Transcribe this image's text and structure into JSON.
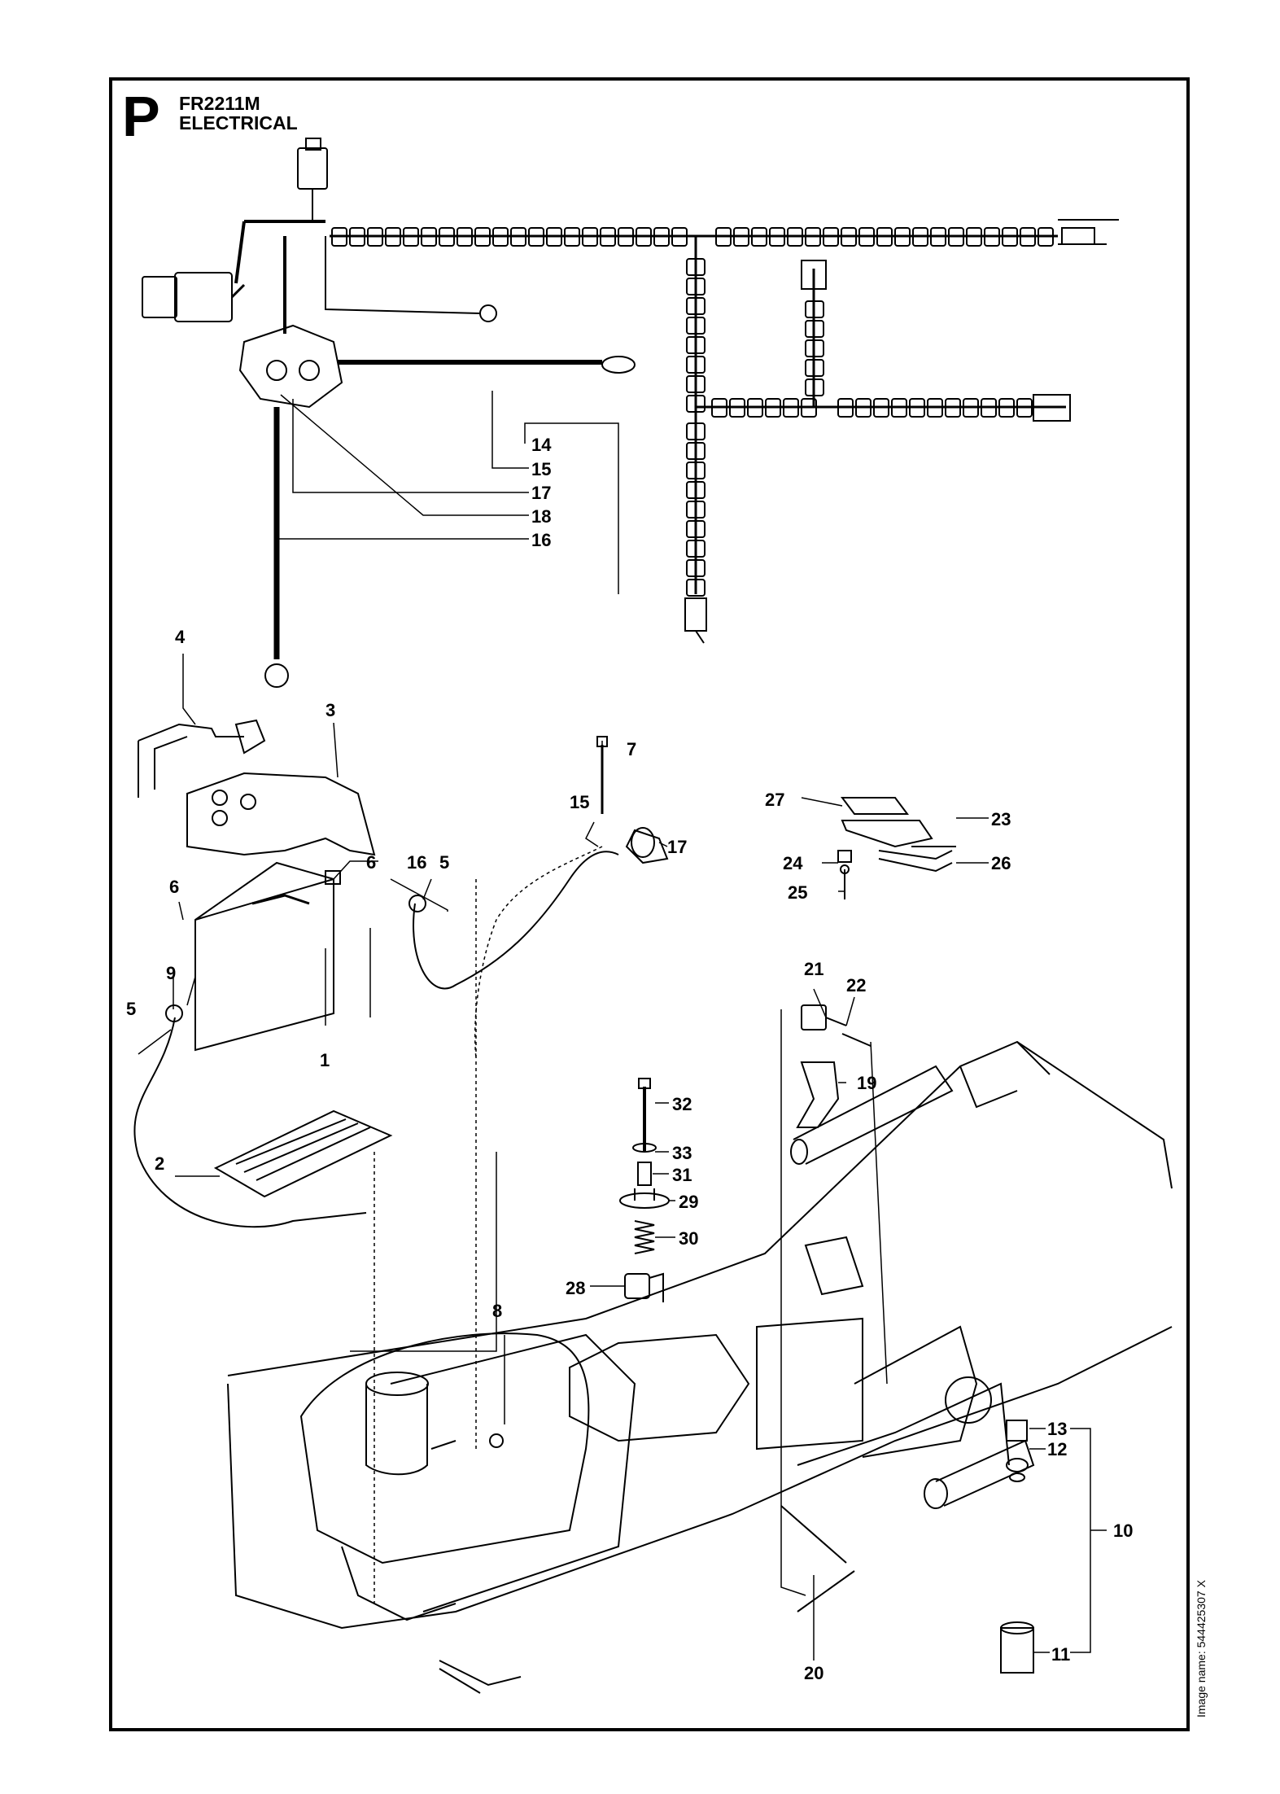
{
  "header": {
    "section_letter": "P",
    "model": "FR2211M",
    "title": "ELECTRICAL"
  },
  "side_note": "Image name: 544425307 X",
  "callouts": [
    "1",
    "2",
    "3",
    "4",
    "5",
    "5",
    "6",
    "6",
    "7",
    "8",
    "9",
    "10",
    "11",
    "12",
    "13",
    "14",
    "15",
    "15",
    "16",
    "16",
    "17",
    "17",
    "18",
    "19",
    "20",
    "21",
    "22",
    "23",
    "24",
    "25",
    "26",
    "27",
    "28",
    "29",
    "30",
    "31",
    "32",
    "33"
  ]
}
